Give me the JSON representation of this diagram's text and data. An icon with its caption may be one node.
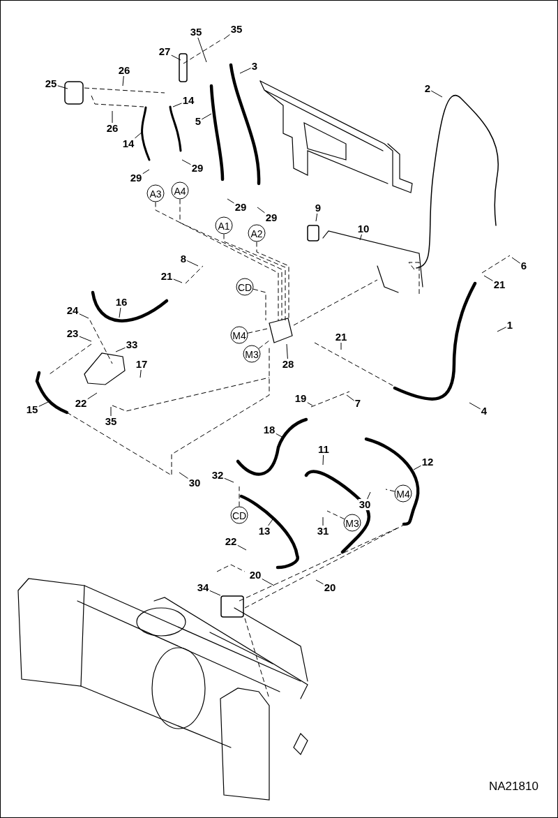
{
  "diagram": {
    "nodes": [
      {
        "text": [
          "35"
        ]
      },
      {
        "text": [
          "35"
        ]
      },
      {
        "text": [
          "27"
        ]
      },
      {
        "text": [
          "3"
        ]
      },
      {
        "text": [
          "26"
        ]
      },
      {
        "text": [
          "25"
        ]
      },
      {
        "text": [
          "2"
        ]
      },
      {
        "text": [
          "14"
        ]
      },
      {
        "text": [
          "5"
        ]
      },
      {
        "text": [
          "26"
        ]
      },
      {
        "text": [
          "14"
        ]
      },
      {
        "text": [
          "29"
        ]
      },
      {
        "text": [
          "29"
        ]
      },
      {
        "text": [
          "A4"
        ]
      },
      {
        "text": [
          "A3"
        ]
      },
      {
        "text": [
          "29"
        ]
      },
      {
        "text": [
          "9"
        ]
      },
      {
        "text": [
          "29"
        ]
      },
      {
        "text": [
          "A1"
        ]
      },
      {
        "text": [
          "10"
        ]
      },
      {
        "text": [
          "A2"
        ]
      },
      {
        "text": [
          "8"
        ]
      },
      {
        "text": [
          "6"
        ]
      },
      {
        "text": [
          "21"
        ]
      },
      {
        "text": [
          "21"
        ]
      },
      {
        "text": [
          "CD"
        ]
      },
      {
        "text": [
          "16"
        ]
      },
      {
        "text": [
          "24"
        ]
      },
      {
        "text": [
          "1"
        ]
      },
      {
        "text": [
          "23"
        ]
      },
      {
        "text": [
          "M4"
        ]
      },
      {
        "text": [
          "21"
        ]
      },
      {
        "text": [
          "33"
        ]
      },
      {
        "text": [
          "M3"
        ]
      },
      {
        "text": [
          "28"
        ]
      },
      {
        "text": [
          "17"
        ]
      },
      {
        "text": [
          "22"
        ]
      },
      {
        "text": [
          "19"
        ]
      },
      {
        "text": [
          "7"
        ]
      },
      {
        "text": [
          "15"
        ]
      },
      {
        "text": [
          "4"
        ]
      },
      {
        "text": [
          "35"
        ]
      },
      {
        "text": [
          "18"
        ]
      },
      {
        "text": [
          "11"
        ]
      },
      {
        "text": [
          "12"
        ]
      },
      {
        "text": [
          "32"
        ]
      },
      {
        "text": [
          "30"
        ]
      },
      {
        "text": [
          "M4"
        ]
      },
      {
        "text": [
          "30"
        ]
      },
      {
        "text": [
          "CD"
        ]
      },
      {
        "text": [
          "M3"
        ]
      },
      {
        "text": [
          "31"
        ]
      },
      {
        "text": [
          "13"
        ]
      },
      {
        "text": [
          "22"
        ]
      },
      {
        "text": [
          "20"
        ]
      },
      {
        "text": [
          "20"
        ]
      },
      {
        "text": [
          "34"
        ]
      }
    ],
    "edges": [
      {
        "from": 0,
        "to": null,
        "arrow": "none"
      },
      {
        "from": 1,
        "to": null,
        "arrow": "none"
      },
      {
        "from": 2,
        "to": null,
        "arrow": "none"
      },
      {
        "from": 3,
        "to": null,
        "arrow": "none"
      },
      {
        "from": 4,
        "to": null,
        "arrow": "none"
      },
      {
        "from": 5,
        "to": null,
        "arrow": "none"
      },
      {
        "from": 6,
        "to": null,
        "arrow": "none"
      },
      {
        "from": 7,
        "to": null,
        "arrow": "none"
      },
      {
        "from": 8,
        "to": null,
        "arrow": "none"
      },
      {
        "from": 9,
        "to": null,
        "arrow": "none"
      },
      {
        "from": 10,
        "to": null,
        "arrow": "none"
      },
      {
        "from": 11,
        "to": null,
        "arrow": "none"
      },
      {
        "from": 12,
        "to": null,
        "arrow": "none"
      },
      {
        "from": 13,
        "to": null,
        "arrow": "none",
        "style": "dashed"
      },
      {
        "from": 14,
        "to": null,
        "arrow": "none",
        "style": "dashed"
      },
      {
        "from": 15,
        "to": null,
        "arrow": "none"
      },
      {
        "from": 16,
        "to": null,
        "arrow": "none"
      },
      {
        "from": 17,
        "to": null,
        "arrow": "none"
      },
      {
        "from": 18,
        "to": null,
        "arrow": "none",
        "style": "dashed"
      },
      {
        "from": 19,
        "to": null,
        "arrow": "none"
      },
      {
        "from": 20,
        "to": null,
        "arrow": "none",
        "style": "dashed"
      },
      {
        "from": 21,
        "to": null,
        "arrow": "none"
      },
      {
        "from": 22,
        "to": null,
        "arrow": "none"
      },
      {
        "from": 23,
        "to": null,
        "arrow": "none"
      },
      {
        "from": 24,
        "to": null,
        "arrow": "none"
      },
      {
        "from": 25,
        "to": null,
        "arrow": "none",
        "style": "dashed"
      },
      {
        "from": 26,
        "to": null,
        "arrow": "none"
      },
      {
        "from": 27,
        "to": null,
        "arrow": "none"
      },
      {
        "from": 28,
        "to": null,
        "arrow": "none"
      },
      {
        "from": 29,
        "to": null,
        "arrow": "none"
      },
      {
        "from": 30,
        "to": null,
        "arrow": "none",
        "style": "dashed"
      },
      {
        "from": 31,
        "to": null,
        "arrow": "none"
      },
      {
        "from": 32,
        "to": null,
        "arrow": "none"
      },
      {
        "from": 33,
        "to": null,
        "arrow": "none",
        "style": "dashed"
      },
      {
        "from": 34,
        "to": null,
        "arrow": "none"
      },
      {
        "from": 35,
        "to": null,
        "arrow": "none"
      },
      {
        "from": 36,
        "to": null,
        "arrow": "none"
      },
      {
        "from": 37,
        "to": null,
        "arrow": "none"
      },
      {
        "from": 38,
        "to": null,
        "arrow": "none"
      },
      {
        "from": 39,
        "to": null,
        "arrow": "none"
      },
      {
        "from": 40,
        "to": null,
        "arrow": "none"
      },
      {
        "from": 41,
        "to": null,
        "arrow": "none"
      },
      {
        "from": 42,
        "to": null,
        "arrow": "none"
      },
      {
        "from": 43,
        "to": null,
        "arrow": "none"
      },
      {
        "from": 44,
        "to": null,
        "arrow": "none"
      },
      {
        "from": 45,
        "to": null,
        "arrow": "none"
      },
      {
        "from": 46,
        "to": null,
        "arrow": "none"
      },
      {
        "from": 47,
        "to": null,
        "arrow": "none",
        "style": "dashed"
      },
      {
        "from": 48,
        "to": null,
        "arrow": "none"
      },
      {
        "from": 49,
        "to": null,
        "arrow": "none",
        "style": "dashed"
      },
      {
        "from": 50,
        "to": null,
        "arrow": "none",
        "style": "dashed"
      },
      {
        "from": 51,
        "to": null,
        "arrow": "none"
      },
      {
        "from": 52,
        "to": null,
        "arrow": "none"
      },
      {
        "from": 53,
        "to": null,
        "arrow": "none"
      },
      {
        "from": 54,
        "to": null,
        "arrow": "none"
      },
      {
        "from": 55,
        "to": null,
        "arrow": "none"
      },
      {
        "from": 56,
        "to": null,
        "arrow": "none"
      }
    ],
    "labels": [
      "NA21810"
    ]
  }
}
